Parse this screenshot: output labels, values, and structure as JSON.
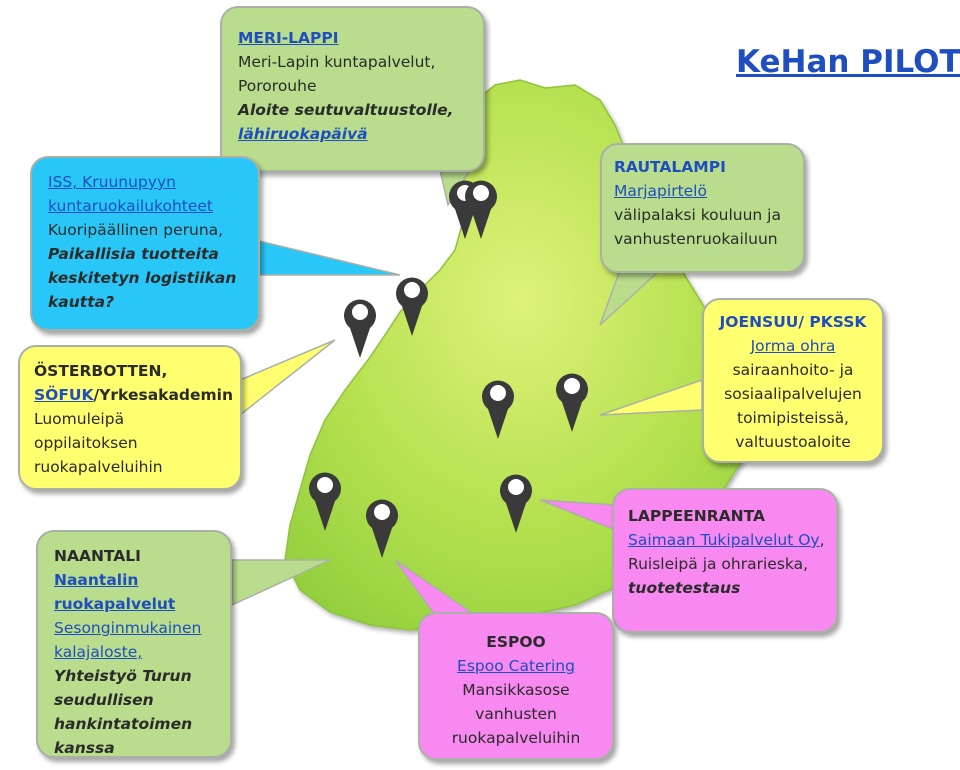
{
  "title": "KeHan PILOTIT",
  "colors": {
    "green_box": "#b9dd8c",
    "blue_box": "#29c7f7",
    "yellow_box": "#ffff70",
    "pink_box": "#f789f0",
    "link": "#1f4fbf",
    "map": "#a9dd4a",
    "pin": "#3a3a3a"
  },
  "boxes": {
    "meri_lappi": {
      "heading": "MERI-LAPPI",
      "line1": "Meri-Lapin kuntapalvelut,",
      "line2": "Pororouhe",
      "line3": "Aloite seutuvaltuustolle,",
      "line4": "lähiruokapäivä"
    },
    "iss": {
      "line1": "ISS, Kruunupyyn",
      "line2": "kuntaruokailukohteet",
      "line3": "Kuoripäällinen peruna,",
      "line4": "Paikallisia tuotteita",
      "line5": "keskitetyn logistiikan",
      "line6": "kautta?"
    },
    "osterbotten": {
      "heading": "ÖSTERBOTTEN,",
      "org_link": "SÖFUK",
      "org_rest": "/Yrkesakademin",
      "line3": "Luomuleipä",
      "line4": "oppilaitoksen",
      "line5": "ruokapalveluihin"
    },
    "naantali": {
      "heading": "NAANTALI",
      "line2": "Naantalin",
      "line3": "ruokapalvelut",
      "line4": "Sesonginmukainen",
      "line5": "kalajaloste,",
      "line6": "Yhteistyö Turun",
      "line7": "seudullisen",
      "line8": "hankintatoimen",
      "line9": "kanssa"
    },
    "rautalampi": {
      "heading": "RAUTALAMPI",
      "line2": "Marjapirtelö",
      "line3": "välipalaksi  kouluun ja",
      "line4": "vanhustenruokailuun"
    },
    "joensuu": {
      "heading": "JOENSUU/  PKSSK",
      "line2": "Jorma ohra",
      "line3": "sairaanhoito- ja",
      "line4": "sosiaalipalvelujen",
      "line5": "toimipisteissä,",
      "line6": "valtuustoaloite"
    },
    "lappeenranta": {
      "heading": "LAPPEENRANTA",
      "org_link": "Saimaan Tukipalvelut Oy",
      "org_rest": ",",
      "line3": "Ruisleipä ja ohrarieska,",
      "line4": "tuotetestaus"
    },
    "espoo": {
      "heading": "ESPOO",
      "line2": "Espoo Catering",
      "line3": "Mansikkasose",
      "line4": "vanhusten",
      "line5": "ruokapalveluihin"
    }
  }
}
